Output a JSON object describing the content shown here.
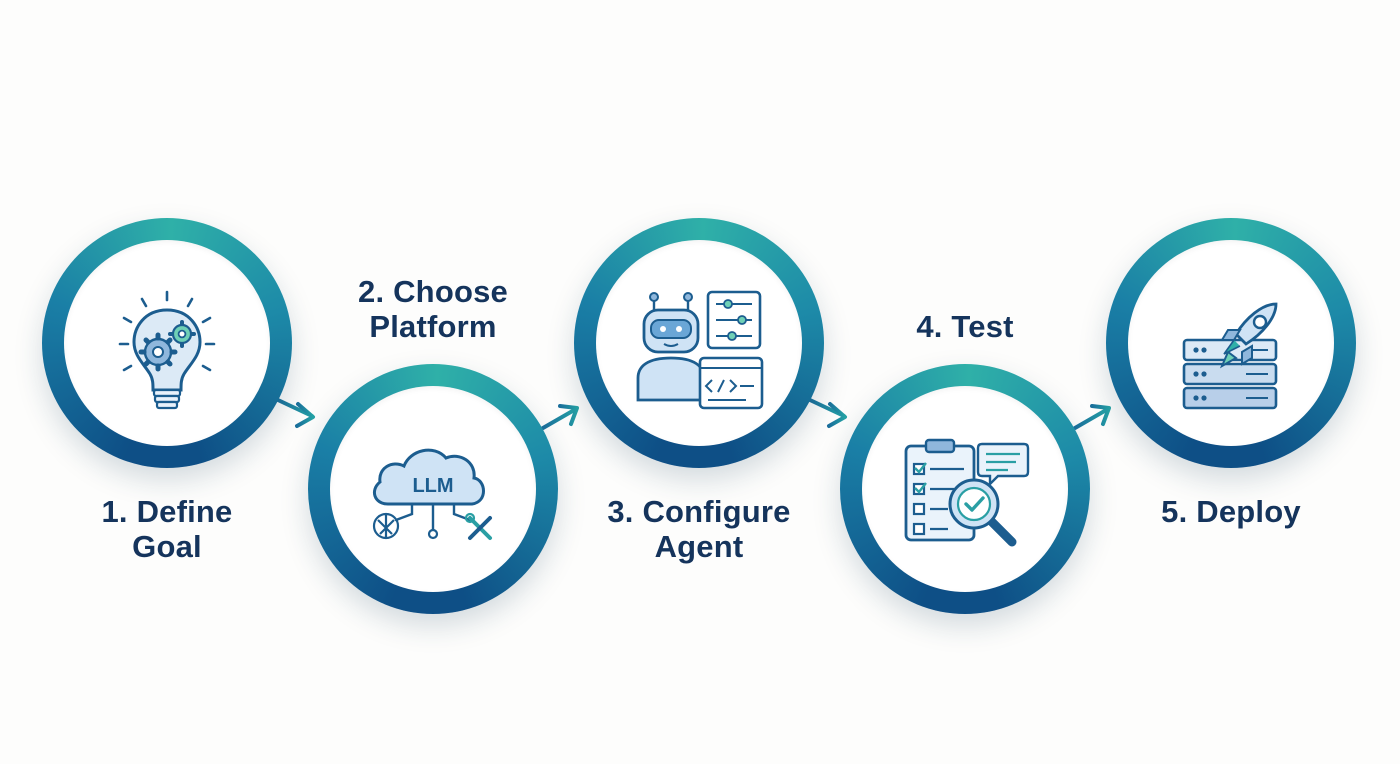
{
  "steps": [
    {
      "number": "1.",
      "line1": "Define",
      "line2": "Goal"
    },
    {
      "number": "2.",
      "line1": "Choose",
      "line2": "Platform",
      "icon_text": "LLM"
    },
    {
      "number": "3.",
      "line1": "Configure",
      "line2": "Agent"
    },
    {
      "number": "4.",
      "line1": "Test",
      "line2": ""
    },
    {
      "number": "5.",
      "line1": "Deploy",
      "line2": ""
    }
  ],
  "icons": [
    "lightbulb-gears-icon",
    "llm-cloud-icon",
    "robot-settings-icon",
    "checklist-magnifier-icon",
    "rocket-server-icon"
  ],
  "colors": {
    "ring_dark": "#0e4f86",
    "ring_teal": "#2fb0a8",
    "label": "#15345c",
    "arrow": "#1a8a9e"
  }
}
